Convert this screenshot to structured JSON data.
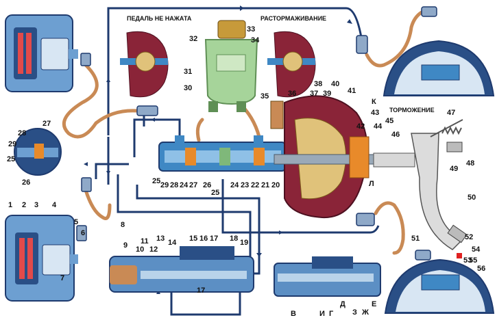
{
  "headings": {
    "pedal_not_pressed": "ПЕДАЛЬ НЕ НАЖАТА",
    "release": "РАСТОРМАЖИВАНИЕ",
    "braking": "ТОРМОЖЕНИЕ"
  },
  "labels": {
    "n1": "1",
    "n2": "2",
    "n3": "3",
    "n4": "4",
    "n5": "5",
    "n6": "6",
    "n7": "7",
    "n8": "8",
    "n9": "9",
    "n10": "10",
    "n11": "11",
    "n12": "12",
    "n13": "13",
    "n14": "14",
    "n15": "15",
    "n16": "16",
    "n17": "17",
    "n17b": "17",
    "n18": "18",
    "n19": "19",
    "n20": "20",
    "n21": "21",
    "n22": "22",
    "n23": "23",
    "n24": "24",
    "n24b": "24",
    "n25": "25",
    "n25b": "25",
    "n25c": "25",
    "n26": "26",
    "n26b": "26",
    "n27": "27",
    "n27b": "27",
    "n28": "28",
    "n28b": "28",
    "n29": "29",
    "n29b": "29",
    "n30": "30",
    "n31": "31",
    "n32": "32",
    "n33": "33",
    "n34": "34",
    "n35": "35",
    "n36": "36",
    "n37": "37",
    "n38": "38",
    "n39": "39",
    "n40": "40",
    "n41": "41",
    "n42": "42",
    "n43": "43",
    "n44": "44",
    "n45": "45",
    "n46": "46",
    "n47": "47",
    "n48": "48",
    "n49": "49",
    "n50": "50",
    "n51": "51",
    "n52": "52",
    "n53": "53",
    "n54": "54",
    "n55": "55",
    "n56": "56",
    "lK": "К",
    "lL": "Л",
    "lV": "В",
    "lI": "И",
    "lG": "Г",
    "lD": "Д",
    "lZ": "З",
    "lZh": "Ж",
    "lE": "Е"
  },
  "colors": {
    "brake_line": "#1e3a6e",
    "hose": "#c98a55",
    "caliper": "#6d9fd1",
    "booster": "#8a2438",
    "fluid": "#a6d49a",
    "cylinder": "#3f88c4"
  }
}
